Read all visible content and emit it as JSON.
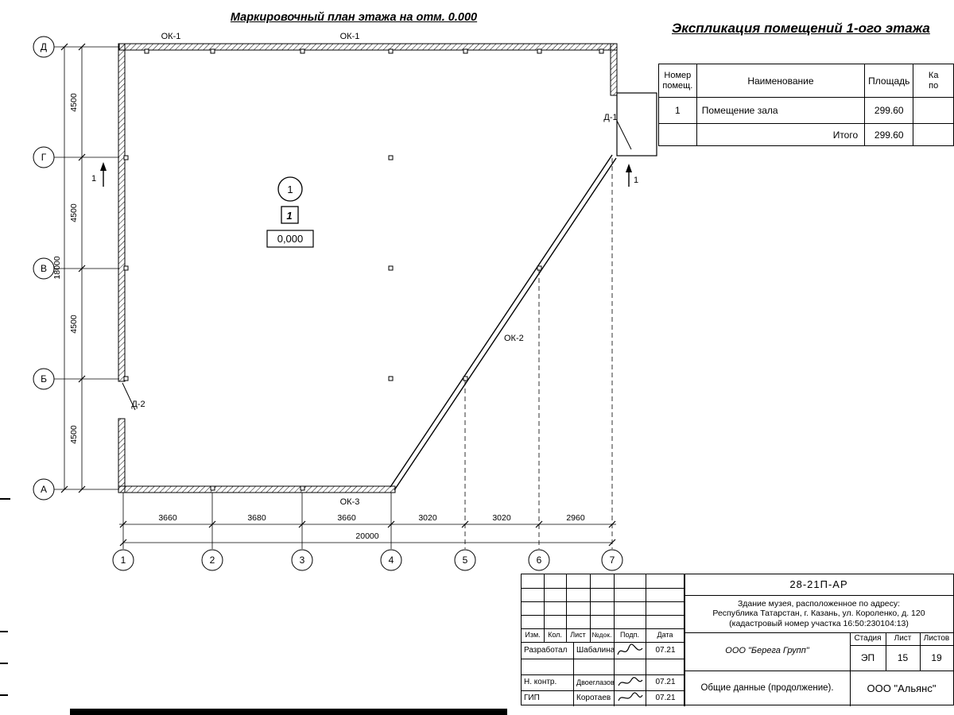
{
  "plan": {
    "title": "Маркировочный план этажа на отм. 0.000",
    "rows": [
      "Д",
      "Г",
      "В",
      "Б",
      "А"
    ],
    "cols": [
      "1",
      "2",
      "3",
      "4",
      "5",
      "6",
      "7"
    ],
    "dims_left": [
      "4500",
      "4500",
      "4500",
      "4500"
    ],
    "dim_left_total": "18000",
    "dims_bottom": [
      "3660",
      "3680",
      "3660",
      "3020",
      "3020",
      "2960"
    ],
    "dim_bottom_total": "20000",
    "ok1_left": "ОК-1",
    "ok1_right": "ОК-1",
    "ok2": "ОК-2",
    "ok3": "ОК-3",
    "d1": "Д-1",
    "d2": "Д-2",
    "room_circle": "1",
    "room_square": "1",
    "elevation": "0,000",
    "section_left": "1",
    "section_right": "1"
  },
  "explication": {
    "title": "Экспликация помещений 1-ого этажа",
    "col_num_1": "Номер",
    "col_num_2": "помещ.",
    "col_name": "Наименование",
    "col_area": "Площадь",
    "col_cat_1": "Ка",
    "col_cat_2": "по",
    "row_num": "1",
    "row_name": "Помещение зала",
    "row_area": "299.60",
    "total_label": "Итого",
    "total_area": "299.60"
  },
  "titleblock": {
    "doc_number": "28-21П-АР",
    "address1": "Здание музея, расположенное по адресу:",
    "address2": "Республика Татарстан, г. Казань, ул. Короленко, д. 120",
    "address3": "(кадастровый номер участка 16:50:230104:13)",
    "h_izm": "Изм.",
    "h_kol": "Кол.",
    "h_list": "Лист",
    "h_doc": "№док.",
    "h_podp": "Подп.",
    "h_data": "Дата",
    "r1_role": "Разработал",
    "r1_name": "Шабалина",
    "r1_date": "07.21",
    "r2_role": "Н. контр.",
    "r2_name": "Двоеглазов",
    "r2_date": "07.21",
    "r3_role": "ГИП",
    "r3_name": "Коротаев",
    "r3_date": "07.21",
    "company": "ООО \"Берега Групп\"",
    "stage_h": "Стадия",
    "list_h": "Лист",
    "listov_h": "Листов",
    "stage": "ЭП",
    "list": "15",
    "listov": "19",
    "doc_name": "Общие данные (продолжение).",
    "org": "ООО \"Альянс\""
  }
}
